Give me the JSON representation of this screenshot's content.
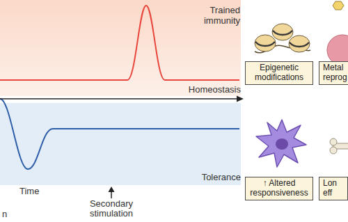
{
  "diagram": {
    "nodes": [
      {
        "text": [
          "Epigenetic modifications"
        ]
      },
      {
        "text": [
          "Metal reprog"
        ]
      },
      {
        "text": [
          "↑ Altered responsiveness"
        ]
      },
      {
        "text": [
          "Lon eff"
        ]
      }
    ],
    "labels": [
      "Trained immunity",
      "Homeostasis",
      "Tolerance",
      "Time",
      "Secondary stimulation",
      "n"
    ]
  }
}
